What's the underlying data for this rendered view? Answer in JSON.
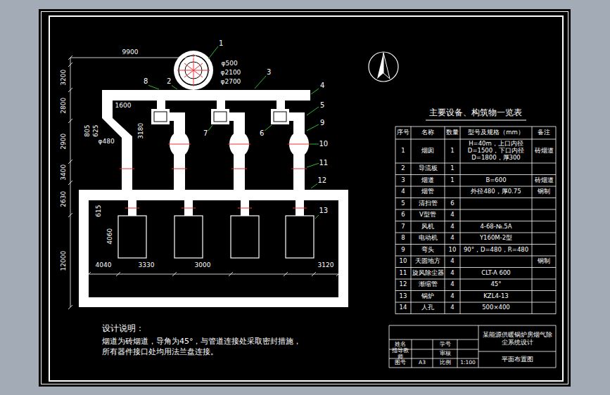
{
  "diagram": {
    "labels": [
      "9900",
      "3200",
      "2800",
      "1600",
      "805",
      "625",
      "φ500",
      "φ2100",
      "φ2700",
      "3180",
      "2900",
      "3400",
      "2630",
      "φ480",
      "12000",
      "615",
      "4060",
      "4040",
      "3330",
      "3000",
      "3120",
      "1",
      "2",
      "3",
      "4",
      "5",
      "6",
      "7",
      "8",
      "9",
      "10",
      "11",
      "12",
      "13",
      "主要设备、构筑物一览表",
      "序号",
      "名称",
      "数量",
      "型号及规格（mm）",
      "备注",
      "1",
      "烟囱",
      "1",
      "H=40m，上口内径D=1500，下口内径D=1800，厚300",
      "砖烟道",
      "2",
      "导流板",
      "1",
      "3",
      "烟道",
      "1",
      "B=600",
      "砖烟道",
      "4",
      "烟管",
      "外径480，厚0.75",
      "钢制",
      "5",
      "清扫管",
      "6",
      "6",
      "V型管",
      "4",
      "7",
      "风机",
      "4",
      "4-68-№.5A",
      "8",
      "电动机",
      "4",
      "Y160M-2型",
      "9",
      "弯头",
      "10",
      "90°，D=480，R=480",
      "10",
      "天圆地方",
      "4",
      "钢制",
      "11",
      "旋风除尘器",
      "4",
      "CLT-A 600",
      "12",
      "渐缩管",
      "4",
      "45°",
      "13",
      "锅炉",
      "4",
      "KZL4-13",
      "14",
      "人孔",
      "4",
      "500×400",
      "设计说明：",
      "烟道为砖烟道，导角为45°，与管道连接处采取密封措施，所有器件接口处均用法兰盘连接。",
      "某能源供暖锅炉房烟气除尘系统设计",
      "平面布置图",
      "姓名",
      "学号",
      "指导教师",
      "审核",
      "图号",
      "A3",
      "比例",
      "1:100"
    ]
  }
}
